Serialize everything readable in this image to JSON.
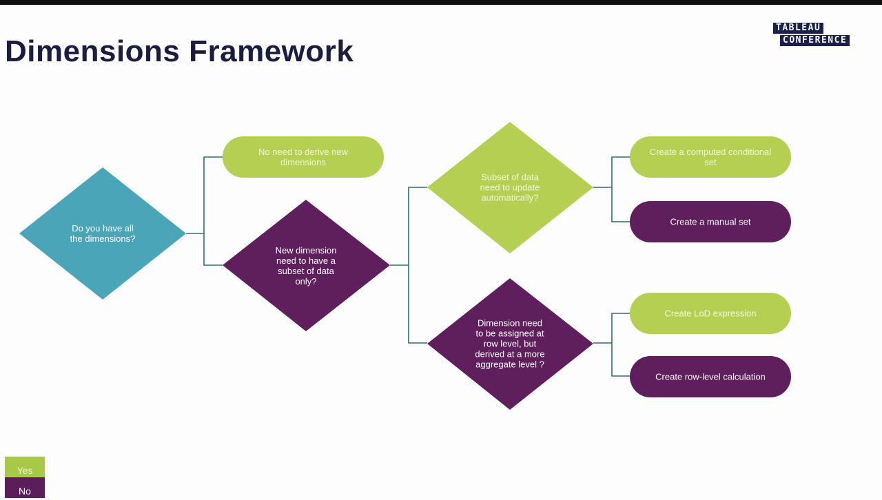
{
  "slide": {
    "title": "Dimensions Framework"
  },
  "logo": {
    "line1": "TABLEAU",
    "line2": "CONFERENCE"
  },
  "colors": {
    "yes": "#b5cf52",
    "no": "#5e1f5c",
    "start": "#4aa5b8",
    "connector": "#2f6f6a",
    "yes_text": "#f2f7dc",
    "no_text": "#ffffff"
  },
  "nodes": {
    "start": [
      "Do you have all",
      "the dimensions?"
    ],
    "no_derive": [
      "No need to derive new",
      "dimensions"
    ],
    "new_dimension": [
      "New dimension",
      "need to have a",
      "subset of data",
      "only?"
    ],
    "subset_update": [
      "Subset of data",
      "need to update",
      "automatically?"
    ],
    "row_level": [
      "Dimension need",
      "to be assigned at",
      "row level, but",
      "derived at a more",
      "aggregate level ?"
    ],
    "computed_set": [
      "Create a computed conditional",
      "set"
    ],
    "manual_set": [
      "Create a manual set"
    ],
    "lod_expression": [
      "Create LoD expression"
    ],
    "row_calc": [
      "Create row-level calculation"
    ]
  },
  "legend": {
    "yes": "Yes",
    "no": "No"
  }
}
